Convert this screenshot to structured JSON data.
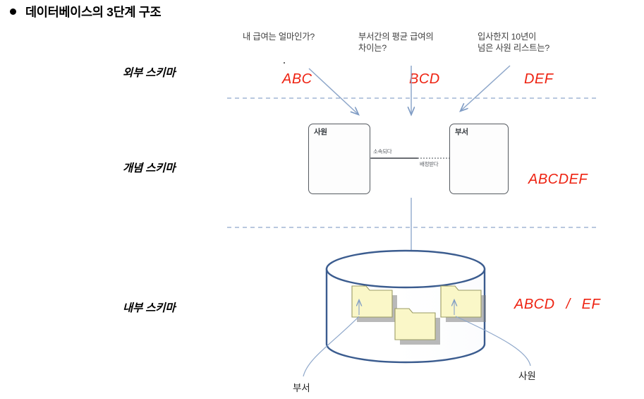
{
  "slide": {
    "title": "데이터베이스의 3단계 구조",
    "bullet_glyph": "•"
  },
  "schema_levels": [
    {
      "id": "external",
      "label": "외부 스키마"
    },
    {
      "id": "conceptual",
      "label": "개념 스키마"
    },
    {
      "id": "internal",
      "label": "내부 스키마"
    }
  ],
  "questions": [
    {
      "id": "q1",
      "text": "내 급여는 얼마인가?"
    },
    {
      "id": "q2",
      "text": "부서간의 평균 급여의\n차이는?"
    },
    {
      "id": "q3",
      "text": "입사한지 10년이\n넘은 사원 리스트는?"
    }
  ],
  "annotations": {
    "external": [
      "ABC",
      "BCD",
      "DEF"
    ],
    "conceptual": "ABCDEF",
    "internal": {
      "left": "ABCD",
      "separator": "/",
      "right": "EF"
    },
    "color": "#EE2211"
  },
  "er_diagram": {
    "entities": [
      {
        "id": "employee",
        "name": "사원"
      },
      {
        "id": "department",
        "name": "부서"
      }
    ],
    "relationships": [
      {
        "id": "belongs-to",
        "label": "소속되다"
      },
      {
        "id": "assigned-to",
        "label": "배정받다"
      }
    ]
  },
  "storage": {
    "cylinder_color": "#3B5C8F",
    "folder_fill": "#FAF7C8",
    "folder_border": "#9B9B63",
    "folder_count": 3,
    "leaf_labels": [
      {
        "id": "dept-leaf",
        "text": "부서"
      },
      {
        "id": "emp-leaf",
        "text": "사원"
      }
    ]
  },
  "divider": {
    "style": "dashed",
    "color": "#8FA6CC"
  }
}
